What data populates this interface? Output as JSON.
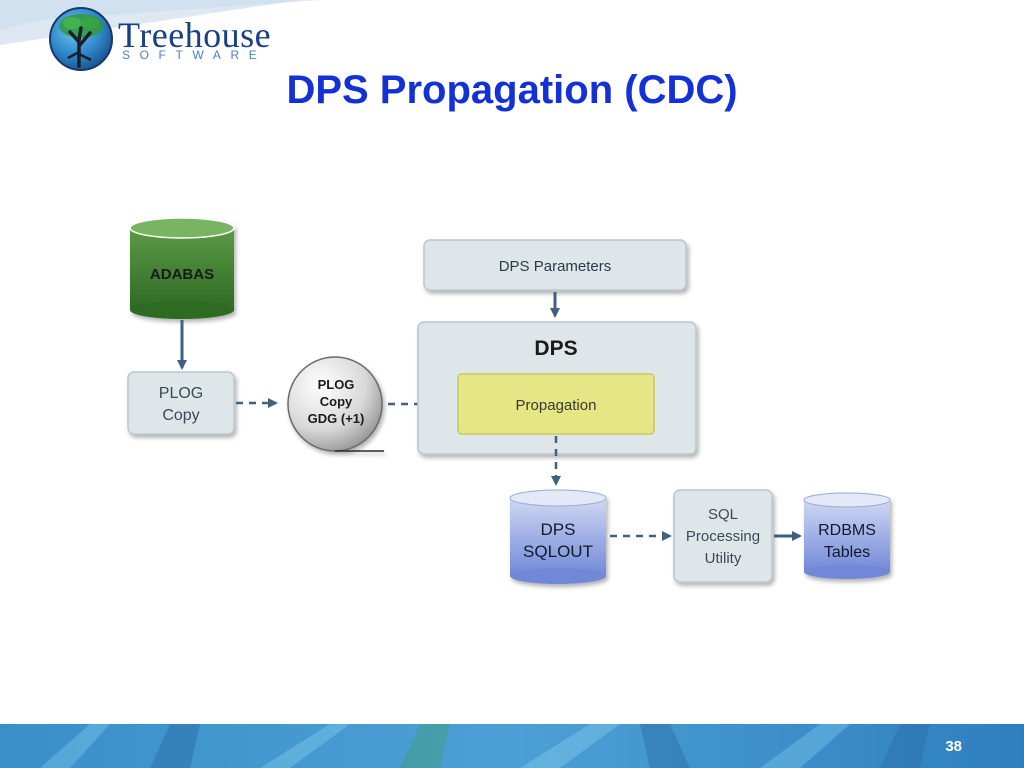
{
  "brand": {
    "name": "Treehouse",
    "subtitle": "SOFTWARE"
  },
  "title": "DPS Propagation (CDC)",
  "page_number": "38",
  "diagram": {
    "adabas": "ADABAS",
    "plog_copy": [
      "PLOG",
      "Copy"
    ],
    "gdg": [
      "PLOG",
      "Copy",
      "GDG (+1)"
    ],
    "dps_parameters": "DPS Parameters",
    "dps": "DPS",
    "propagation": "Propagation",
    "sqlout": [
      "DPS",
      "SQLOUT"
    ],
    "sql_utility": [
      "SQL",
      "Processing",
      "Utility"
    ],
    "rdbms": [
      "RDBMS",
      "Tables"
    ]
  },
  "colors": {
    "title": "#1431d6",
    "adabas_green": "#3d7a2e",
    "db_blue": "#7f95dc",
    "box_gray": "#dfe6ea",
    "propagation_yellow": "#e6e686",
    "arrow": "#40607e"
  }
}
